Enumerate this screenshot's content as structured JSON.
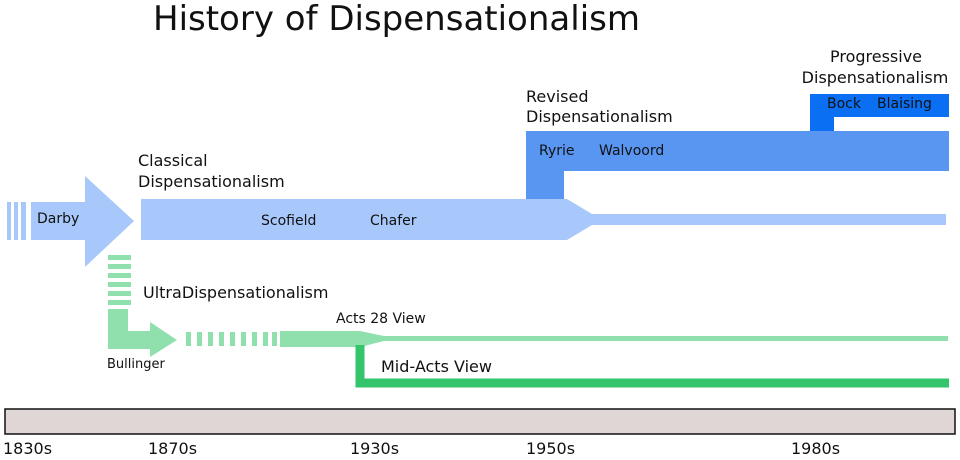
{
  "title": "History of Dispensationalism",
  "colors": {
    "classical": "#a8c8fb",
    "revised": "#5996f2",
    "progressive": "#0a6ff2",
    "ultra_light": "#8fe0ad",
    "mid_acts": "#34c46b",
    "timeline_fill": "#e0d6d6",
    "timeline_border": "#111111"
  },
  "streams": {
    "classical": {
      "label_line1": "Classical",
      "label_line2": "Dispensationalism",
      "people": [
        "Darby",
        "Scofield",
        "Chafer"
      ]
    },
    "revised": {
      "label_line1": "Revised",
      "label_line2": "Dispensationalism",
      "people": [
        "Ryrie",
        "Walvoord"
      ]
    },
    "progressive": {
      "label_line1": "Progressive",
      "label_line2": "Dispensationalism",
      "people": [
        "Bock",
        "Blaising"
      ]
    },
    "ultra": {
      "label": "UltraDispensationalism",
      "people": [
        "Bullinger"
      ],
      "views": [
        "Acts 28 View",
        "Mid-Acts View"
      ]
    }
  },
  "timeline": {
    "ticks": [
      "1830s",
      "1870s",
      "1930s",
      "1950s",
      "1980s"
    ]
  }
}
